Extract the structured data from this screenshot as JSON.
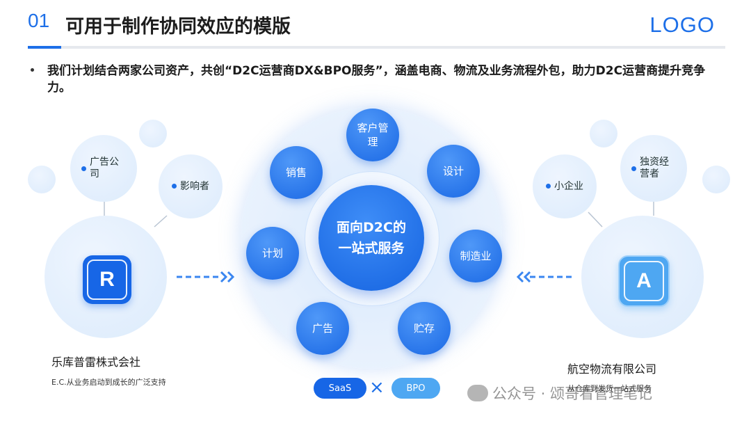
{
  "header": {
    "number": "01",
    "title": "可用于制作协同效应的模版",
    "logo": "LOGO"
  },
  "bullet": "我们计划结合两家公司资产，共创“D2C运营商DX&BPO服务”，涵盖电商、物流及业务流程外包，助力D2C运营商提升竞争力。",
  "center": {
    "line1": "面向D2C的",
    "line2": "一站式服务",
    "nodes": {
      "customer": "客户管理",
      "design": "设计",
      "manufacturing": "制造业",
      "inventory": "贮存",
      "ads": "广告",
      "plan": "计划",
      "sales": "销售"
    }
  },
  "left": {
    "logo_letter": "R",
    "tag1": "广告公司",
    "tag2": "影响者",
    "company": "乐库普雷株式会社",
    "subtitle": "E.C.从业务启动到成长的广泛支持"
  },
  "right": {
    "logo_letter": "A",
    "tag1": "小企业",
    "tag2": "独资经营者",
    "company": "航空物流有限公司",
    "subtitle": "从仓库到发货一站式服务"
  },
  "pills": {
    "saas": "SaaS",
    "times": "×",
    "bpo": "BPO"
  },
  "watermark": "公众号 · 颂哥看管理笔记",
  "colors": {
    "primary": "#1d6fe8",
    "light_blue": "#4ea7f2",
    "pale_blue": "#dcebfc"
  }
}
